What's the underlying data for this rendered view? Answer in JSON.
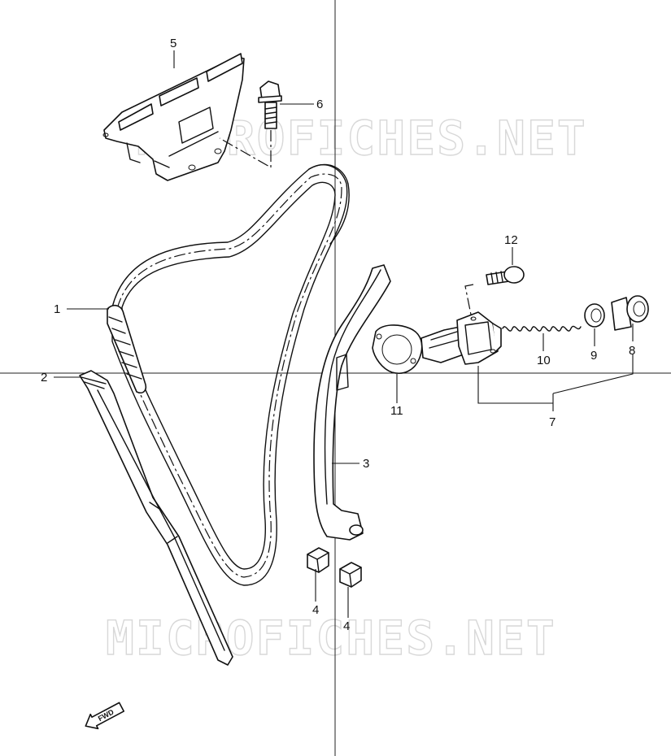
{
  "watermark": {
    "text": "MICROFICHES.NET",
    "color": "#d8d8d8"
  },
  "direction_badge": {
    "text": "FWD",
    "icon": "forward-arrow-icon"
  },
  "callouts": [
    {
      "id": "1",
      "label": "1"
    },
    {
      "id": "2",
      "label": "2"
    },
    {
      "id": "3",
      "label": "3"
    },
    {
      "id": "4a",
      "label": "4"
    },
    {
      "id": "4b",
      "label": "4"
    },
    {
      "id": "5",
      "label": "5"
    },
    {
      "id": "6",
      "label": "6"
    },
    {
      "id": "7",
      "label": "7"
    },
    {
      "id": "8",
      "label": "8"
    },
    {
      "id": "9",
      "label": "9"
    },
    {
      "id": "10",
      "label": "10"
    },
    {
      "id": "11",
      "label": "11"
    },
    {
      "id": "12",
      "label": "12"
    }
  ]
}
